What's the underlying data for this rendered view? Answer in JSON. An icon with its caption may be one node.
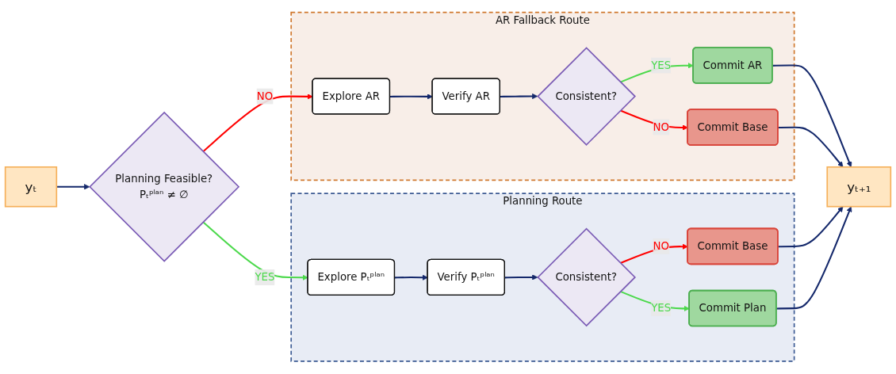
{
  "diagram": {
    "nodes": [
      {
        "text": [
          "yₜ"
        ]
      },
      {
        "text": [
          "Planning Feasible?",
          "Pₜᵖˡᵃⁿ ≠ ∅"
        ]
      },
      {
        "text": [
          "AR Fallback Route"
        ]
      },
      {
        "text": [
          "Verify AR"
        ],
        "in": 2
      },
      {
        "text": [
          "Consistent?"
        ],
        "in": 2
      },
      {
        "text": [
          "Commit AR"
        ],
        "in": 2
      },
      {
        "text": [
          "Explore AR"
        ],
        "in": 2
      },
      {
        "text": [
          "Commit Base"
        ],
        "in": 2
      },
      {
        "text": [
          "Planning Route"
        ]
      },
      {
        "text": [
          "Explore Pₜᵖˡᵃⁿ"
        ],
        "in": 8
      },
      {
        "text": [
          "Commit Base"
        ],
        "in": 8
      },
      {
        "text": [
          "Verify Pₜᵖˡᵃⁿ"
        ],
        "in": 8
      },
      {
        "text": [
          "Consistent?"
        ],
        "in": 8
      },
      {
        "text": [
          "Commit Plan"
        ],
        "in": 8
      },
      {
        "text": [
          "yₜ₊₁"
        ]
      }
    ],
    "edges": [
      {
        "from": 0,
        "to": 1,
        "arrow": "to"
      },
      {
        "from": 1,
        "to": 6,
        "arrow": "to",
        "label": "NO",
        "color": "#ff0000"
      },
      {
        "from": 1,
        "to": 9,
        "arrow": "to",
        "label": "YES",
        "color": "#4cd94c"
      },
      {
        "from": 6,
        "to": 3,
        "arrow": "to"
      },
      {
        "from": 3,
        "to": 4,
        "arrow": "to"
      },
      {
        "from": 4,
        "to": 5,
        "arrow": "to",
        "label": "YES",
        "color": "#4cd94c"
      },
      {
        "from": 4,
        "to": 7,
        "arrow": "to",
        "label": "NO",
        "color": "#ff0000"
      },
      {
        "from": 5,
        "to": 14,
        "arrow": "to"
      },
      {
        "from": 7,
        "to": 14,
        "arrow": "to"
      },
      {
        "from": 10,
        "to": 14,
        "arrow": "to"
      },
      {
        "from": 13,
        "to": 14,
        "arrow": "to"
      },
      {
        "from": 9,
        "to": 11,
        "arrow": "to"
      },
      {
        "from": 11,
        "to": 12,
        "arrow": "to"
      },
      {
        "from": 12,
        "to": 10,
        "arrow": "to",
        "label": "NO",
        "color": "#ff0000"
      },
      {
        "from": 12,
        "to": 13,
        "arrow": "to",
        "label": "YES",
        "color": "#4cd94c"
      }
    ]
  }
}
